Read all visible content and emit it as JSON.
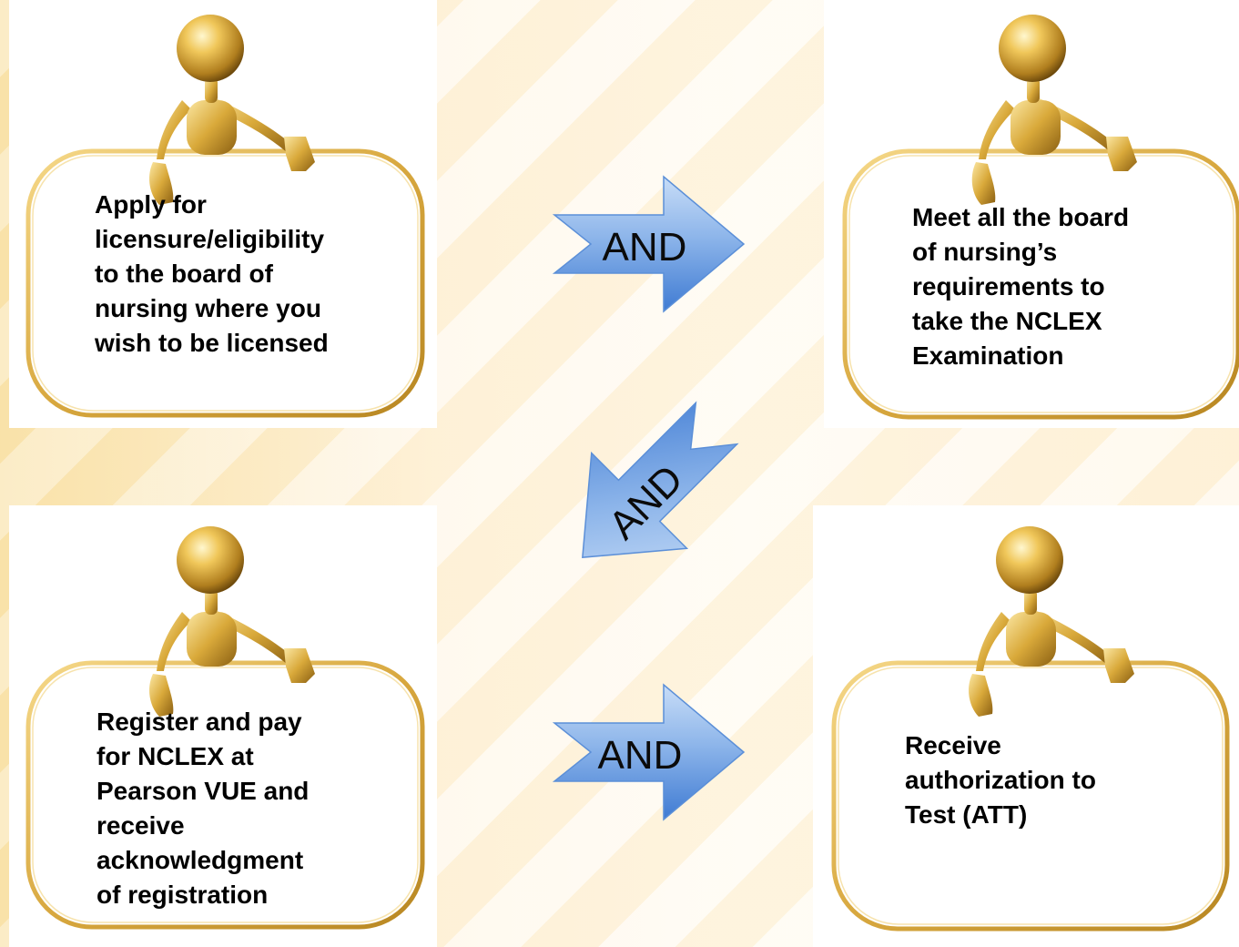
{
  "steps": [
    {
      "lines": [
        "Apply for",
        "licensure/eligibility",
        "to the board of",
        "nursing where you",
        "wish to be licensed"
      ]
    },
    {
      "lines": [
        "Meet all the board",
        "of nursing’s",
        "requirements to",
        "take the NCLEX",
        "Examination"
      ]
    },
    {
      "lines": [
        "Register and pay",
        "for NCLEX at",
        "Pearson VUE and",
        "receive",
        "acknowledgment",
        "of registration"
      ]
    },
    {
      "lines": [
        "Receive",
        "authorization to",
        "Test (ATT)"
      ]
    }
  ],
  "connectors": [
    {
      "label": "AND",
      "direction": "right"
    },
    {
      "label": "AND",
      "direction": "down-left"
    },
    {
      "label": "AND",
      "direction": "right"
    }
  ],
  "colors": {
    "arrow_fill_light": "#b9d4f4",
    "arrow_fill_dark": "#4a86d8",
    "figure_gold_light": "#fbe7a3",
    "figure_gold_mid": "#d9a93a",
    "figure_gold_dark": "#8a5f12",
    "board_fill": "#ffffff"
  }
}
